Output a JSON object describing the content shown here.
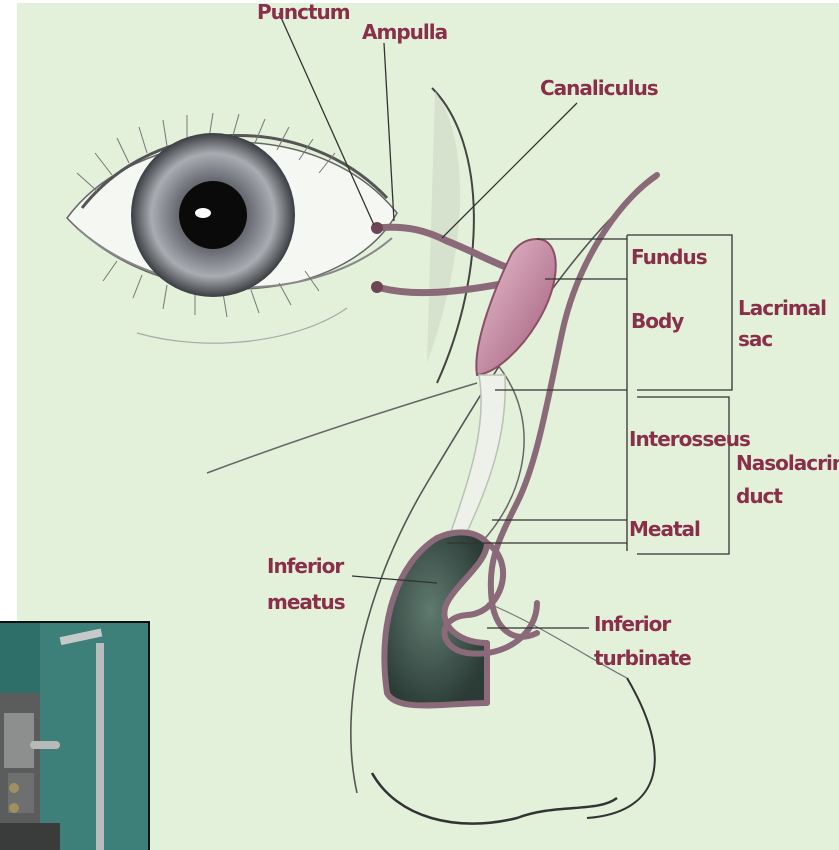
{
  "figure": {
    "labels": {
      "punctum": "Punctum",
      "ampulla": "Ampulla",
      "canaliculus": "Canaliculus",
      "fundus": "Fundus",
      "body": "Body",
      "lacrimal_1": "Lacrimal",
      "lacrimal_2": "sac",
      "interosseus": "Interosseus",
      "nasolacrimal_1": "Nasolacrima",
      "nasolacrimal_2": "duct",
      "meatal": "Meatal",
      "inferior_meatus_1": "Inferior",
      "inferior_meatus_2": "meatus",
      "inferior_turbinate_1": "Inferior",
      "inferior_turbinate_2": "turbinate"
    },
    "colors": {
      "background": "#e3f0da",
      "label_text": "#8a2f4a",
      "duct": "#8a6a78",
      "sac_fill": "#c98aa0",
      "iris": "#5a5e64",
      "pupil": "#0a0a0a",
      "outline": "#222222",
      "leader": "#333333"
    }
  }
}
